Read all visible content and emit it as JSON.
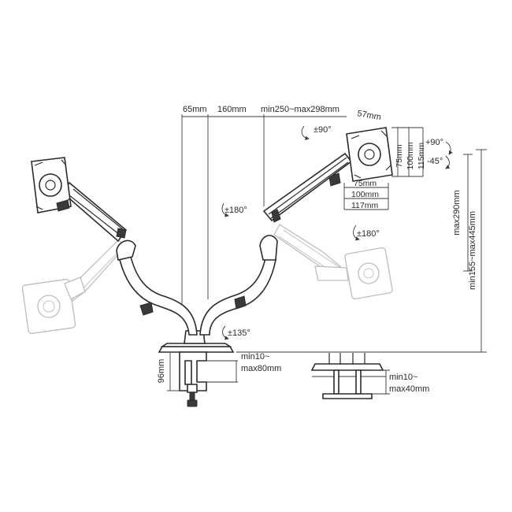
{
  "dimensions": {
    "top_65": "65mm",
    "top_160": "160mm",
    "top_range": "min250~max298mm",
    "top_57": "57mm",
    "vesa_75_v": "75mm",
    "vesa_100_v": "100mm",
    "vesa_115_v": "115mm",
    "vesa_75_h": "75mm",
    "vesa_100_h": "100mm",
    "vesa_117_h": "117mm",
    "max290": "max290mm",
    "height_range": "min155~max445mm",
    "clamp_96": "96mm",
    "clamp_range_1a": "min10~",
    "clamp_range_1b": "max80mm",
    "grommet_range_a": "min10~",
    "grommet_range_b": "max40mm"
  },
  "rotations": {
    "swivel_head": "±90°",
    "tilt_up": "+90°",
    "tilt_down": "-45°",
    "arm_left": "±180°",
    "arm_right": "±180°",
    "base": "±135°"
  },
  "colors": {
    "line": "#2b2b2b",
    "ghost": "#bdbdbd",
    "background": "#ffffff"
  }
}
